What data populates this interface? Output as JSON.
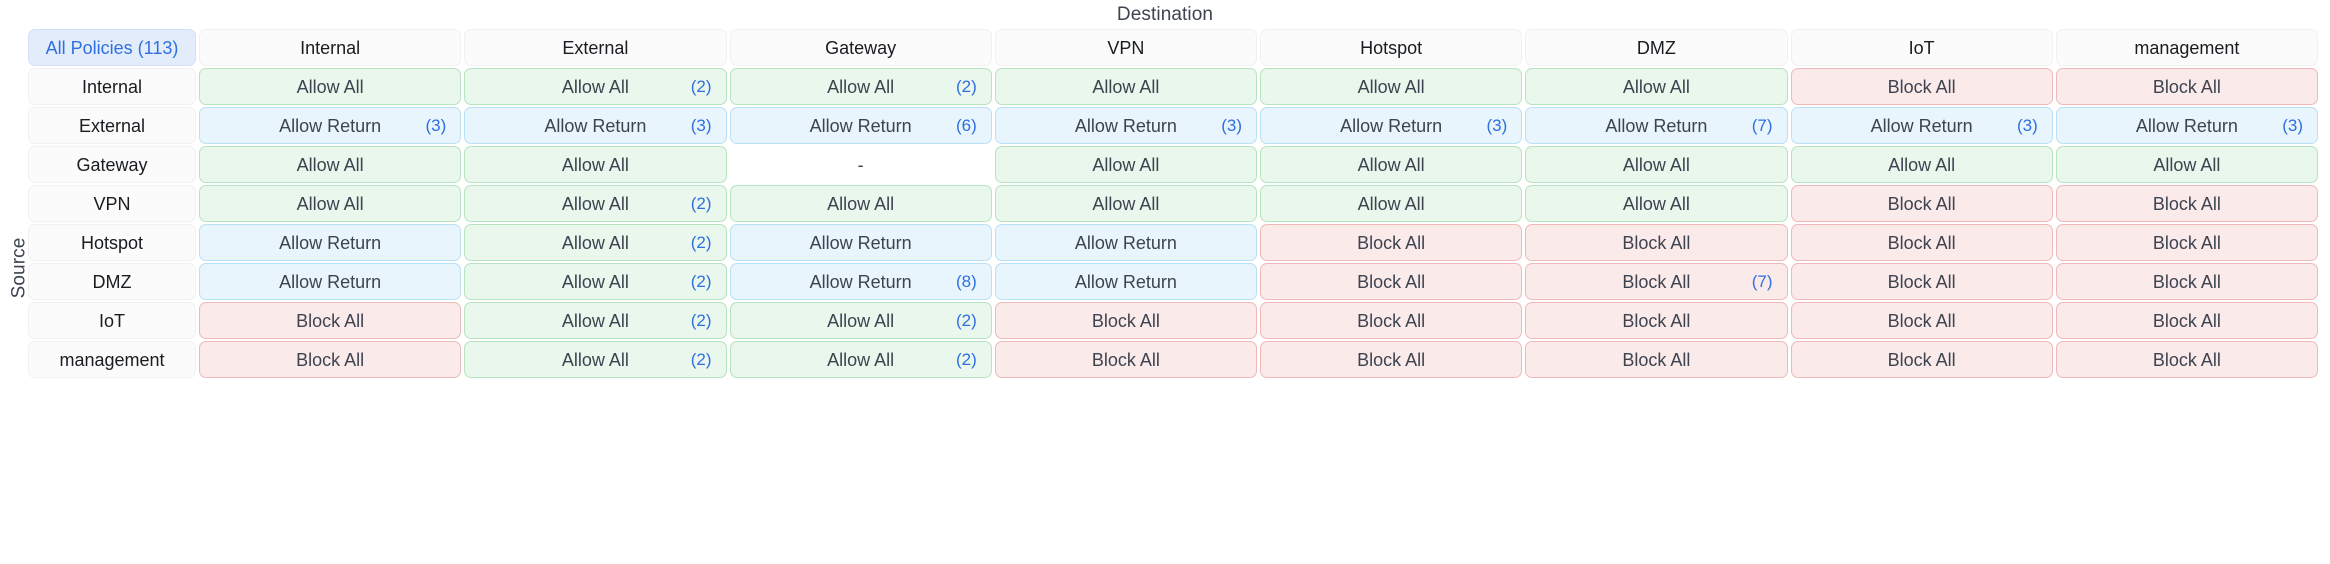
{
  "captions": {
    "destination": "Destination",
    "source": "Source"
  },
  "corner": {
    "label": "All Policies (113)"
  },
  "colors": {
    "accent_blue": "#2f6fe0",
    "allow": "#eaf7ec",
    "allow_border": "#b7e3c0",
    "allow_return": "#e8f5fd",
    "allow_return_border": "#b9e0f4",
    "block": "#fbeaea",
    "block_border": "#f0b9b9",
    "header": "#fafbfa",
    "corner": "#e3ecfb"
  },
  "legend": {
    "allow_all": "Allow All",
    "allow_return": "Allow Return",
    "block_all": "Block All",
    "none": "-"
  },
  "columns": [
    "Internal",
    "External",
    "Gateway",
    "VPN",
    "Hotspot",
    "DMZ",
    "IoT",
    "management"
  ],
  "rows": [
    "Internal",
    "External",
    "Gateway",
    "VPN",
    "Hotspot",
    "DMZ",
    "IoT",
    "management"
  ],
  "chart_data": {
    "type": "heatmap",
    "title": "",
    "xlabel": "Destination",
    "ylabel": "Source",
    "x": [
      "Internal",
      "External",
      "Gateway",
      "VPN",
      "Hotspot",
      "DMZ",
      "IoT",
      "management"
    ],
    "y": [
      "Internal",
      "External",
      "Gateway",
      "VPN",
      "Hotspot",
      "DMZ",
      "IoT",
      "management"
    ],
    "total_policies": 113,
    "categories_legend": [
      "Allow All",
      "Allow Return",
      "Block All",
      "-"
    ],
    "cells": [
      [
        {
          "label": "Allow All",
          "kind": "allow",
          "count": null
        },
        {
          "label": "Allow All",
          "kind": "allow",
          "count": "(2)"
        },
        {
          "label": "Allow All",
          "kind": "allow",
          "count": "(2)"
        },
        {
          "label": "Allow All",
          "kind": "allow",
          "count": null
        },
        {
          "label": "Allow All",
          "kind": "allow",
          "count": null
        },
        {
          "label": "Allow All",
          "kind": "allow",
          "count": null
        },
        {
          "label": "Block All",
          "kind": "block",
          "count": null
        },
        {
          "label": "Block All",
          "kind": "block",
          "count": null
        }
      ],
      [
        {
          "label": "Allow Return",
          "kind": "return",
          "count": "(3)"
        },
        {
          "label": "Allow Return",
          "kind": "return",
          "count": "(3)"
        },
        {
          "label": "Allow Return",
          "kind": "return",
          "count": "(6)"
        },
        {
          "label": "Allow Return",
          "kind": "return",
          "count": "(3)"
        },
        {
          "label": "Allow Return",
          "kind": "return",
          "count": "(3)"
        },
        {
          "label": "Allow Return",
          "kind": "return",
          "count": "(7)"
        },
        {
          "label": "Allow Return",
          "kind": "return",
          "count": "(3)"
        },
        {
          "label": "Allow Return",
          "kind": "return",
          "count": "(3)"
        }
      ],
      [
        {
          "label": "Allow All",
          "kind": "allow",
          "count": null
        },
        {
          "label": "Allow All",
          "kind": "allow",
          "count": null
        },
        {
          "label": "-",
          "kind": "none",
          "count": null
        },
        {
          "label": "Allow All",
          "kind": "allow",
          "count": null
        },
        {
          "label": "Allow All",
          "kind": "allow",
          "count": null
        },
        {
          "label": "Allow All",
          "kind": "allow",
          "count": null
        },
        {
          "label": "Allow All",
          "kind": "allow",
          "count": null
        },
        {
          "label": "Allow All",
          "kind": "allow",
          "count": null
        }
      ],
      [
        {
          "label": "Allow All",
          "kind": "allow",
          "count": null
        },
        {
          "label": "Allow All",
          "kind": "allow",
          "count": "(2)"
        },
        {
          "label": "Allow All",
          "kind": "allow",
          "count": null
        },
        {
          "label": "Allow All",
          "kind": "allow",
          "count": null
        },
        {
          "label": "Allow All",
          "kind": "allow",
          "count": null
        },
        {
          "label": "Allow All",
          "kind": "allow",
          "count": null
        },
        {
          "label": "Block All",
          "kind": "block",
          "count": null
        },
        {
          "label": "Block All",
          "kind": "block",
          "count": null
        }
      ],
      [
        {
          "label": "Allow Return",
          "kind": "return",
          "count": null
        },
        {
          "label": "Allow All",
          "kind": "allow",
          "count": "(2)"
        },
        {
          "label": "Allow Return",
          "kind": "return",
          "count": null
        },
        {
          "label": "Allow Return",
          "kind": "return",
          "count": null
        },
        {
          "label": "Block All",
          "kind": "block",
          "count": null
        },
        {
          "label": "Block All",
          "kind": "block",
          "count": null
        },
        {
          "label": "Block All",
          "kind": "block",
          "count": null
        },
        {
          "label": "Block All",
          "kind": "block",
          "count": null
        }
      ],
      [
        {
          "label": "Allow Return",
          "kind": "return",
          "count": null
        },
        {
          "label": "Allow All",
          "kind": "allow",
          "count": "(2)"
        },
        {
          "label": "Allow Return",
          "kind": "return",
          "count": "(8)"
        },
        {
          "label": "Allow Return",
          "kind": "return",
          "count": null
        },
        {
          "label": "Block All",
          "kind": "block",
          "count": null
        },
        {
          "label": "Block All",
          "kind": "block",
          "count": "(7)"
        },
        {
          "label": "Block All",
          "kind": "block",
          "count": null
        },
        {
          "label": "Block All",
          "kind": "block",
          "count": null
        }
      ],
      [
        {
          "label": "Block All",
          "kind": "block",
          "count": null
        },
        {
          "label": "Allow All",
          "kind": "allow",
          "count": "(2)"
        },
        {
          "label": "Allow All",
          "kind": "allow",
          "count": "(2)"
        },
        {
          "label": "Block All",
          "kind": "block",
          "count": null
        },
        {
          "label": "Block All",
          "kind": "block",
          "count": null
        },
        {
          "label": "Block All",
          "kind": "block",
          "count": null
        },
        {
          "label": "Block All",
          "kind": "block",
          "count": null
        },
        {
          "label": "Block All",
          "kind": "block",
          "count": null
        }
      ],
      [
        {
          "label": "Block All",
          "kind": "block",
          "count": null
        },
        {
          "label": "Allow All",
          "kind": "allow",
          "count": "(2)"
        },
        {
          "label": "Allow All",
          "kind": "allow",
          "count": "(2)"
        },
        {
          "label": "Block All",
          "kind": "block",
          "count": null
        },
        {
          "label": "Block All",
          "kind": "block",
          "count": null
        },
        {
          "label": "Block All",
          "kind": "block",
          "count": null
        },
        {
          "label": "Block All",
          "kind": "block",
          "count": null
        },
        {
          "label": "Block All",
          "kind": "block",
          "count": null
        }
      ]
    ]
  }
}
